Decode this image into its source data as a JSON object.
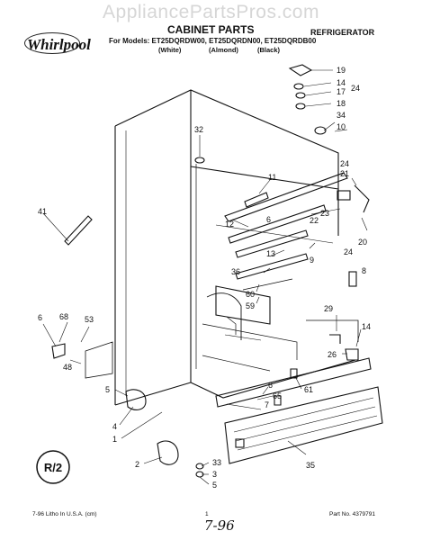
{
  "watermark": "AppliancePartsPros.com",
  "brand": "Whirlpool",
  "title": "CABINET PARTS",
  "category": "REFRIGERATOR",
  "models_line": "For Models: ET25DQRDW00, ET25DQRDN00, ET25DQRDB00",
  "colors": [
    "(White)",
    "(Almond)",
    "(Black)"
  ],
  "footer": {
    "left": "7-96 Litho In U.S.A. (cm)",
    "page": "1",
    "part_no": "Part No. 4379791",
    "handwritten": "7-96"
  },
  "badge": "R/2",
  "callouts": [
    "19",
    "14",
    "17",
    "18",
    "24",
    "34",
    "10",
    "32",
    "11",
    "41",
    "12",
    "6",
    "22",
    "21",
    "24",
    "23",
    "20",
    "24",
    "13",
    "9",
    "36",
    "8",
    "60",
    "59",
    "68",
    "6",
    "53",
    "29",
    "14",
    "26",
    "48",
    "61",
    "6",
    "65",
    "7",
    "5",
    "4",
    "1",
    "2",
    "33",
    "3",
    "5",
    "35"
  ]
}
